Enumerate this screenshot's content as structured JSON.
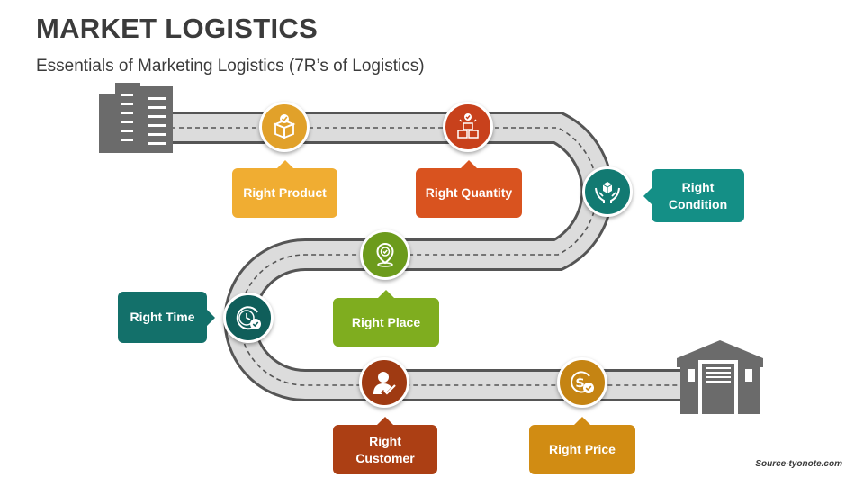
{
  "title": "MARKET LOGISTICS",
  "subtitle": "Essentials of Marketing Logistics (7R’s of Logistics)",
  "credit": "Source-tyonote.com",
  "steps": [
    {
      "label": "Right Product",
      "icon": "open-box-check-icon",
      "color": "#e1a12a",
      "box_color": "#f0ad32"
    },
    {
      "label": "Right Quantity",
      "icon": "stacked-boxes-icon",
      "color": "#c8411c",
      "box_color": "#d9531f"
    },
    {
      "label": "Right Condition",
      "icon": "hands-holding-box-icon",
      "color": "#127a72",
      "box_color": "#148f86"
    },
    {
      "label": "Right Place",
      "icon": "location-pin-check-icon",
      "color": "#6c9b1c",
      "box_color": "#7fad1f"
    },
    {
      "label": "Right Time",
      "icon": "clock-check-icon",
      "color": "#0f5e5a",
      "box_color": "#13706a"
    },
    {
      "label": "Right Customer",
      "icon": "person-check-icon",
      "color": "#9f3a12",
      "box_color": "#ac3f14"
    },
    {
      "label": "Right Price",
      "icon": "dollar-coin-check-icon",
      "color": "#c58413",
      "box_color": "#d18c13"
    }
  ],
  "start_icon": "office-building-icon",
  "end_icon": "warehouse-icon",
  "colors": {
    "road": "#d9d9d9",
    "road_edge": "#555555",
    "road_dash": "#555555",
    "building": "#6b6b6b"
  }
}
